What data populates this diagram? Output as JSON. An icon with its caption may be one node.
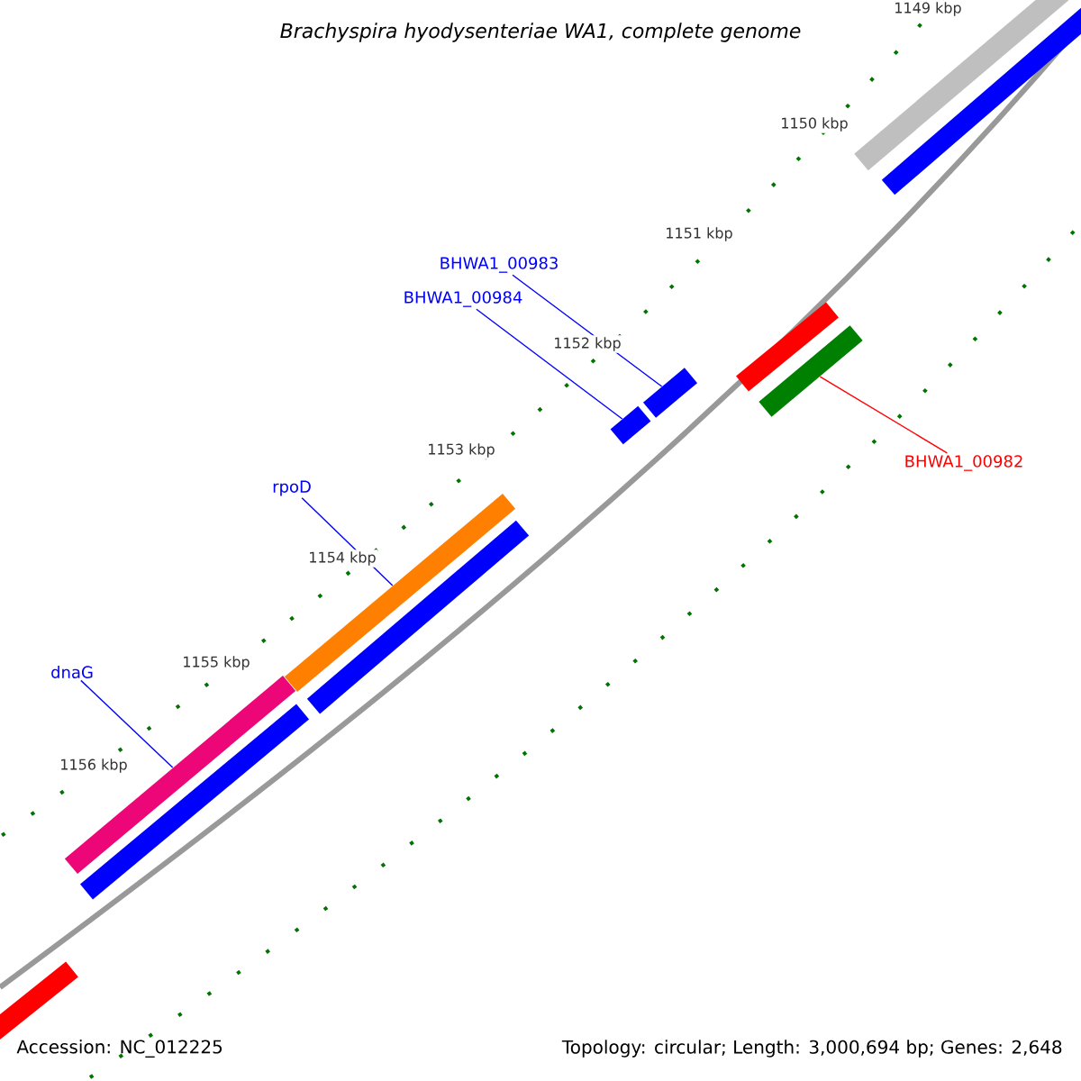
{
  "diagram": {
    "title": "Brachyspira hyodysenteriae WA1, complete genome",
    "nodes": [
      {
        "text": [
          "BHWA1_00983"
        ]
      },
      {
        "text": [
          "BHWA1_00984"
        ]
      },
      {
        "text": [
          "rpoD"
        ]
      },
      {
        "text": [
          "dnaG"
        ]
      },
      {
        "text": [
          "BHWA1_00982"
        ]
      },
      {
        "text": [],
        "shape": "bar"
      },
      {
        "text": [],
        "shape": "bar"
      },
      {
        "text": [],
        "shape": "bar"
      },
      {
        "text": [],
        "shape": "bar"
      },
      {
        "text": [],
        "shape": "bar"
      }
    ],
    "edges": [
      {
        "from": 0,
        "to": 5,
        "arrow": "none"
      },
      {
        "from": 1,
        "to": 6,
        "arrow": "none"
      },
      {
        "from": 2,
        "to": 7,
        "arrow": "none"
      },
      {
        "from": 3,
        "to": 8,
        "arrow": "none"
      },
      {
        "from": 4,
        "to": 9,
        "arrow": "none",
        "color": "#ff0000"
      }
    ],
    "labels": [
      "1149 kbp",
      "1150 kbp",
      "1151 kbp",
      "1152 kbp",
      "1153 kbp",
      "1154 kbp",
      "1155 kbp",
      "1156 kbp",
      "Accession: NC_012225",
      "Topology: circular; Length: 3,000,694 bp; Genes: 2,648"
    ]
  }
}
